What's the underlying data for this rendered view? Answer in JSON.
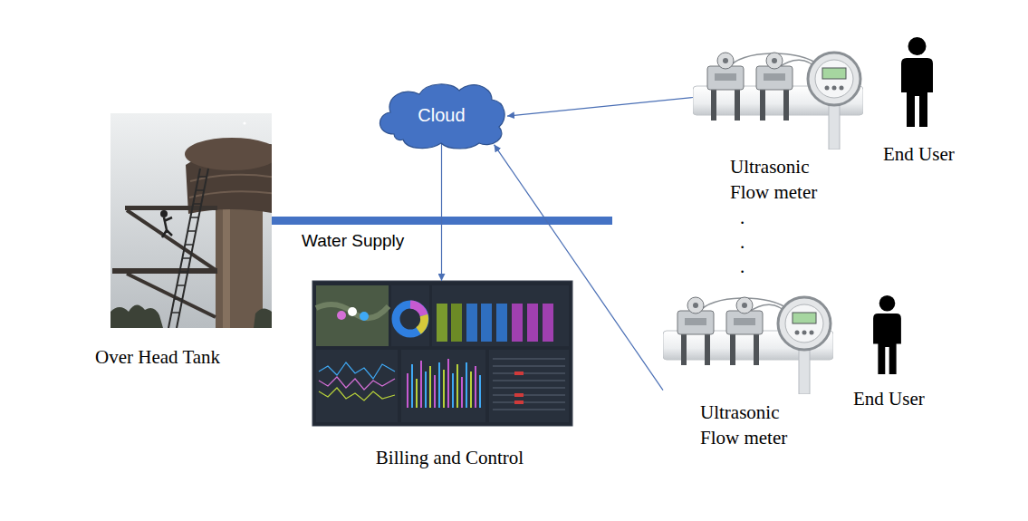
{
  "diagram": {
    "nodes": [
      {
        "text": [
          "Cloud"
        ]
      },
      {
        "text": [
          "Over Head Tank"
        ]
      },
      {
        "text": [
          "Ultrasonic Flow meter"
        ]
      },
      {
        "text": [
          "Ultrasonic Flow meter"
        ]
      },
      {
        "text": [
          "Billing and Control"
        ]
      }
    ],
    "edges": [
      {
        "from": 2,
        "to": 0,
        "arrow": "to"
      },
      {
        "from": 3,
        "to": 0,
        "arrow": "to"
      },
      {
        "from": 0,
        "to": 4,
        "arrow": "to"
      }
    ],
    "labels": [
      "Water Supply",
      "End User",
      ".",
      ".",
      ".",
      "End User"
    ]
  }
}
